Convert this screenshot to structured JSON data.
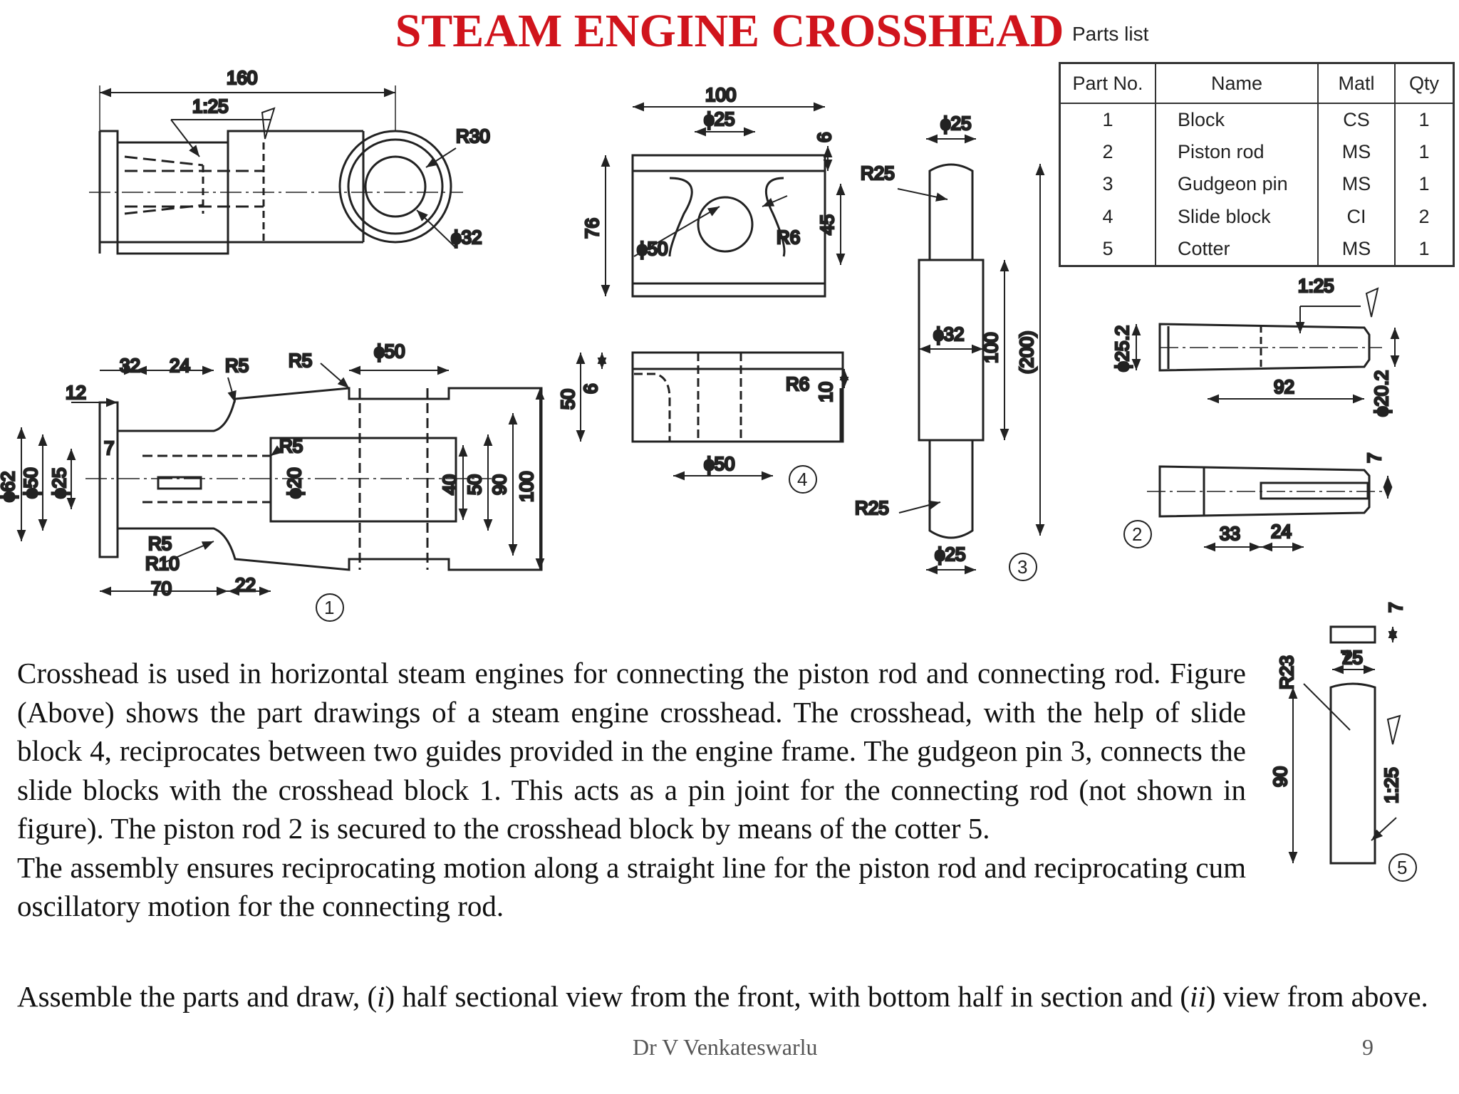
{
  "title": "STEAM ENGINE CROSSHEAD",
  "parts_list": {
    "caption": "Parts list",
    "headers": [
      "Part No.",
      "Name",
      "Matl",
      "Qty"
    ],
    "rows": [
      [
        "1",
        "Block",
        "CS",
        "1"
      ],
      [
        "2",
        "Piston rod",
        "MS",
        "1"
      ],
      [
        "3",
        "Gudgeon pin",
        "MS",
        "1"
      ],
      [
        "4",
        "Slide block",
        "CI",
        "2"
      ],
      [
        "5",
        "Cotter",
        "MS",
        "1"
      ]
    ]
  },
  "dimensions": {
    "part1_top": [
      "160",
      "1:25",
      "R30",
      "ϕ32"
    ],
    "part1_front": [
      "32",
      "24",
      "R5",
      "R5",
      "ϕ50",
      "12",
      "7",
      "R5",
      "ϕ20",
      "40",
      "50",
      "90",
      "100",
      "ϕ62",
      "ϕ50",
      "ϕ25",
      "R5",
      "R10",
      "70",
      "22"
    ],
    "part4": [
      "100",
      "ϕ25",
      "6",
      "76",
      "45",
      "ϕ50",
      "R6",
      "50",
      "6",
      "R6",
      "10",
      "ϕ50"
    ],
    "part3": [
      "ϕ25",
      "R25",
      "ϕ32",
      "100",
      "(200)",
      "R25",
      "ϕ25"
    ],
    "part2": [
      "1:25",
      "ϕ25.2",
      "92",
      "ϕ20.2",
      "7",
      "33",
      "24"
    ],
    "part5": [
      "7",
      "25",
      "R23",
      "90",
      "1:25"
    ]
  },
  "part_numbers": [
    "1",
    "2",
    "3",
    "4",
    "5"
  ],
  "description": {
    "paragraphs": [
      "Crosshead is used in horizontal steam engines for connecting the piston rod and connecting rod. Figure (Above) shows the part drawings of a steam engine crosshead. The crosshead, with the help of slide block 4, reciprocates between two guides provided in the engine frame. The gudgeon pin 3, connects the slide blocks with the crosshead block 1. This acts as a pin joint for the connecting rod (not shown in figure). The piston rod 2 is secured to the crosshead block by means of the cotter 5.",
      "The assembly ensures reciprocating motion along a straight line for the piston rod and reciprocating cum oscillatory motion for the connecting rod."
    ],
    "instruction": {
      "before_i": "Assemble the parts and draw, (",
      "i": "i",
      "middle": ") half sectional view from the front, with bottom half in section and (",
      "ii": "ii",
      "after_ii": ") view from above."
    }
  },
  "footer": {
    "author": "Dr V Venkateswarlu",
    "page": "9"
  }
}
